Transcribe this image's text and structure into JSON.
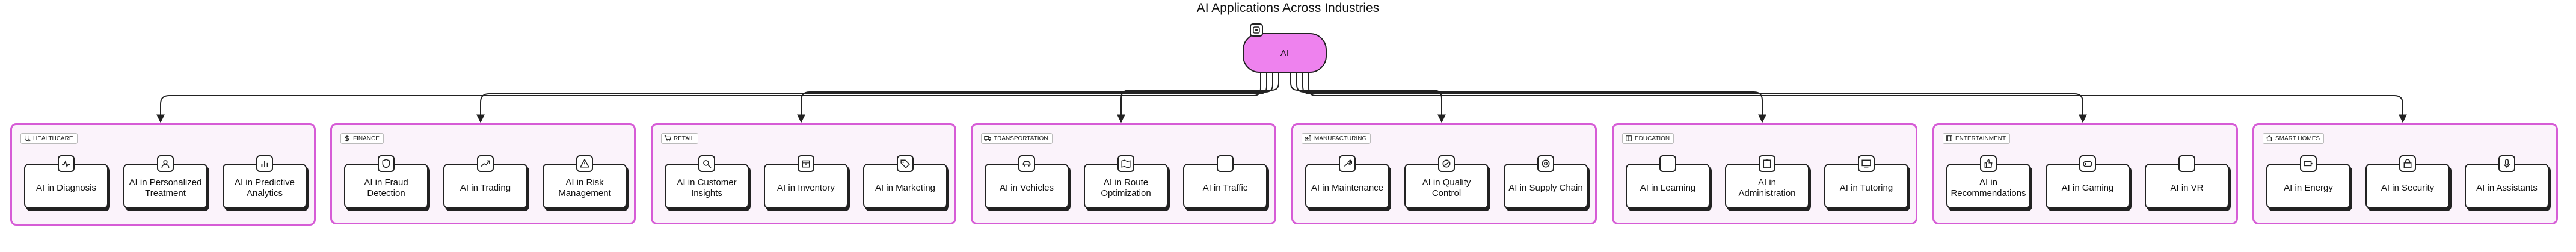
{
  "title": "AI Applications Across Industries",
  "root": {
    "label": "AI"
  },
  "clusters": [
    {
      "label": "HEALTHCARE",
      "icon": "stethoscope-icon",
      "nodes": [
        {
          "label": "AI in Diagnosis",
          "icon": "heartbeat-icon"
        },
        {
          "label": "AI in Personalized Treatment",
          "icon": "user-medical-icon"
        },
        {
          "label": "AI in Predictive Analytics",
          "icon": "chart-icon"
        }
      ]
    },
    {
      "label": "FINANCE",
      "icon": "dollar-icon",
      "nodes": [
        {
          "label": "AI in Fraud Detection",
          "icon": "shield-icon"
        },
        {
          "label": "AI in Trading",
          "icon": "trend-up-icon"
        },
        {
          "label": "AI in Risk Management",
          "icon": "warning-icon"
        }
      ]
    },
    {
      "label": "RETAIL",
      "icon": "cart-icon",
      "nodes": [
        {
          "label": "AI in Customer Insights",
          "icon": "user-search-icon"
        },
        {
          "label": "AI in Inventory",
          "icon": "box-icon"
        },
        {
          "label": "AI in Marketing",
          "icon": "tag-icon"
        }
      ]
    },
    {
      "label": "TRANSPORTATION",
      "icon": "truck-icon",
      "nodes": [
        {
          "label": "AI in Vehicles",
          "icon": "car-icon"
        },
        {
          "label": "AI in Route Optimization",
          "icon": "map-icon"
        },
        {
          "label": "AI in Traffic",
          "icon": "blank-icon"
        }
      ]
    },
    {
      "label": "MANUFACTURING",
      "icon": "factory-icon",
      "nodes": [
        {
          "label": "AI in Maintenance",
          "icon": "wrench-icon"
        },
        {
          "label": "AI in Quality Control",
          "icon": "check-circle-icon"
        },
        {
          "label": "AI in Supply Chain",
          "icon": "link-icon"
        }
      ]
    },
    {
      "label": "EDUCATION",
      "icon": "book-icon",
      "nodes": [
        {
          "label": "AI in Learning",
          "icon": "blank-icon"
        },
        {
          "label": "AI in Administration",
          "icon": "clipboard-icon"
        },
        {
          "label": "AI in Tutoring",
          "icon": "teacher-icon"
        }
      ]
    },
    {
      "label": "ENTERTAINMENT",
      "icon": "film-icon",
      "nodes": [
        {
          "label": "AI in Recommendations",
          "icon": "thumbs-up-icon"
        },
        {
          "label": "AI in Gaming",
          "icon": "gamepad-icon"
        },
        {
          "label": "AI in VR",
          "icon": "blank-icon"
        }
      ]
    },
    {
      "label": "SMART HOMES",
      "icon": "home-icon",
      "nodes": [
        {
          "label": "AI in Energy",
          "icon": "battery-icon"
        },
        {
          "label": "AI in Security",
          "icon": "lock-icon"
        },
        {
          "label": "AI in Assistants",
          "icon": "microphone-icon"
        }
      ]
    }
  ]
}
